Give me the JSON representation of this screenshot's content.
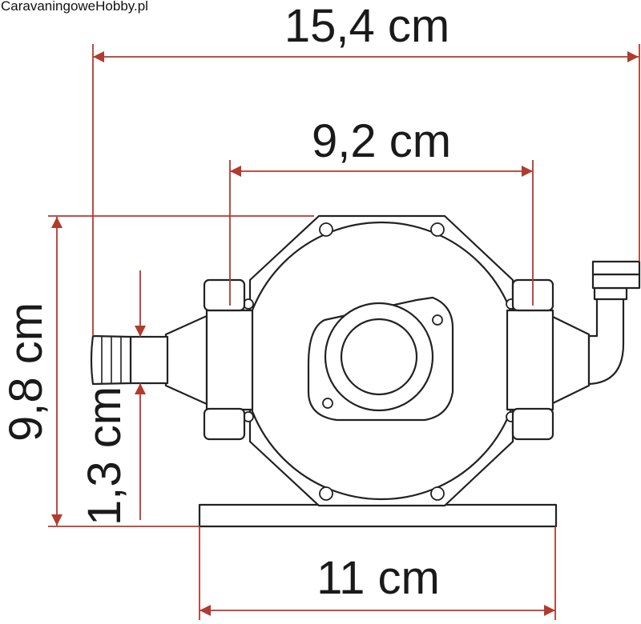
{
  "watermark": "CaravaningoweHobby.pl",
  "dimensions": {
    "overall_width": "15,4 cm",
    "port_spacing": "9,2 cm",
    "height": "9,8 cm",
    "hose_diameter": "1,3 cm",
    "base_width": "11 cm"
  },
  "colors": {
    "dimension_line": "#b23a2e",
    "outline": "#222222",
    "fill": "#ffffff"
  }
}
